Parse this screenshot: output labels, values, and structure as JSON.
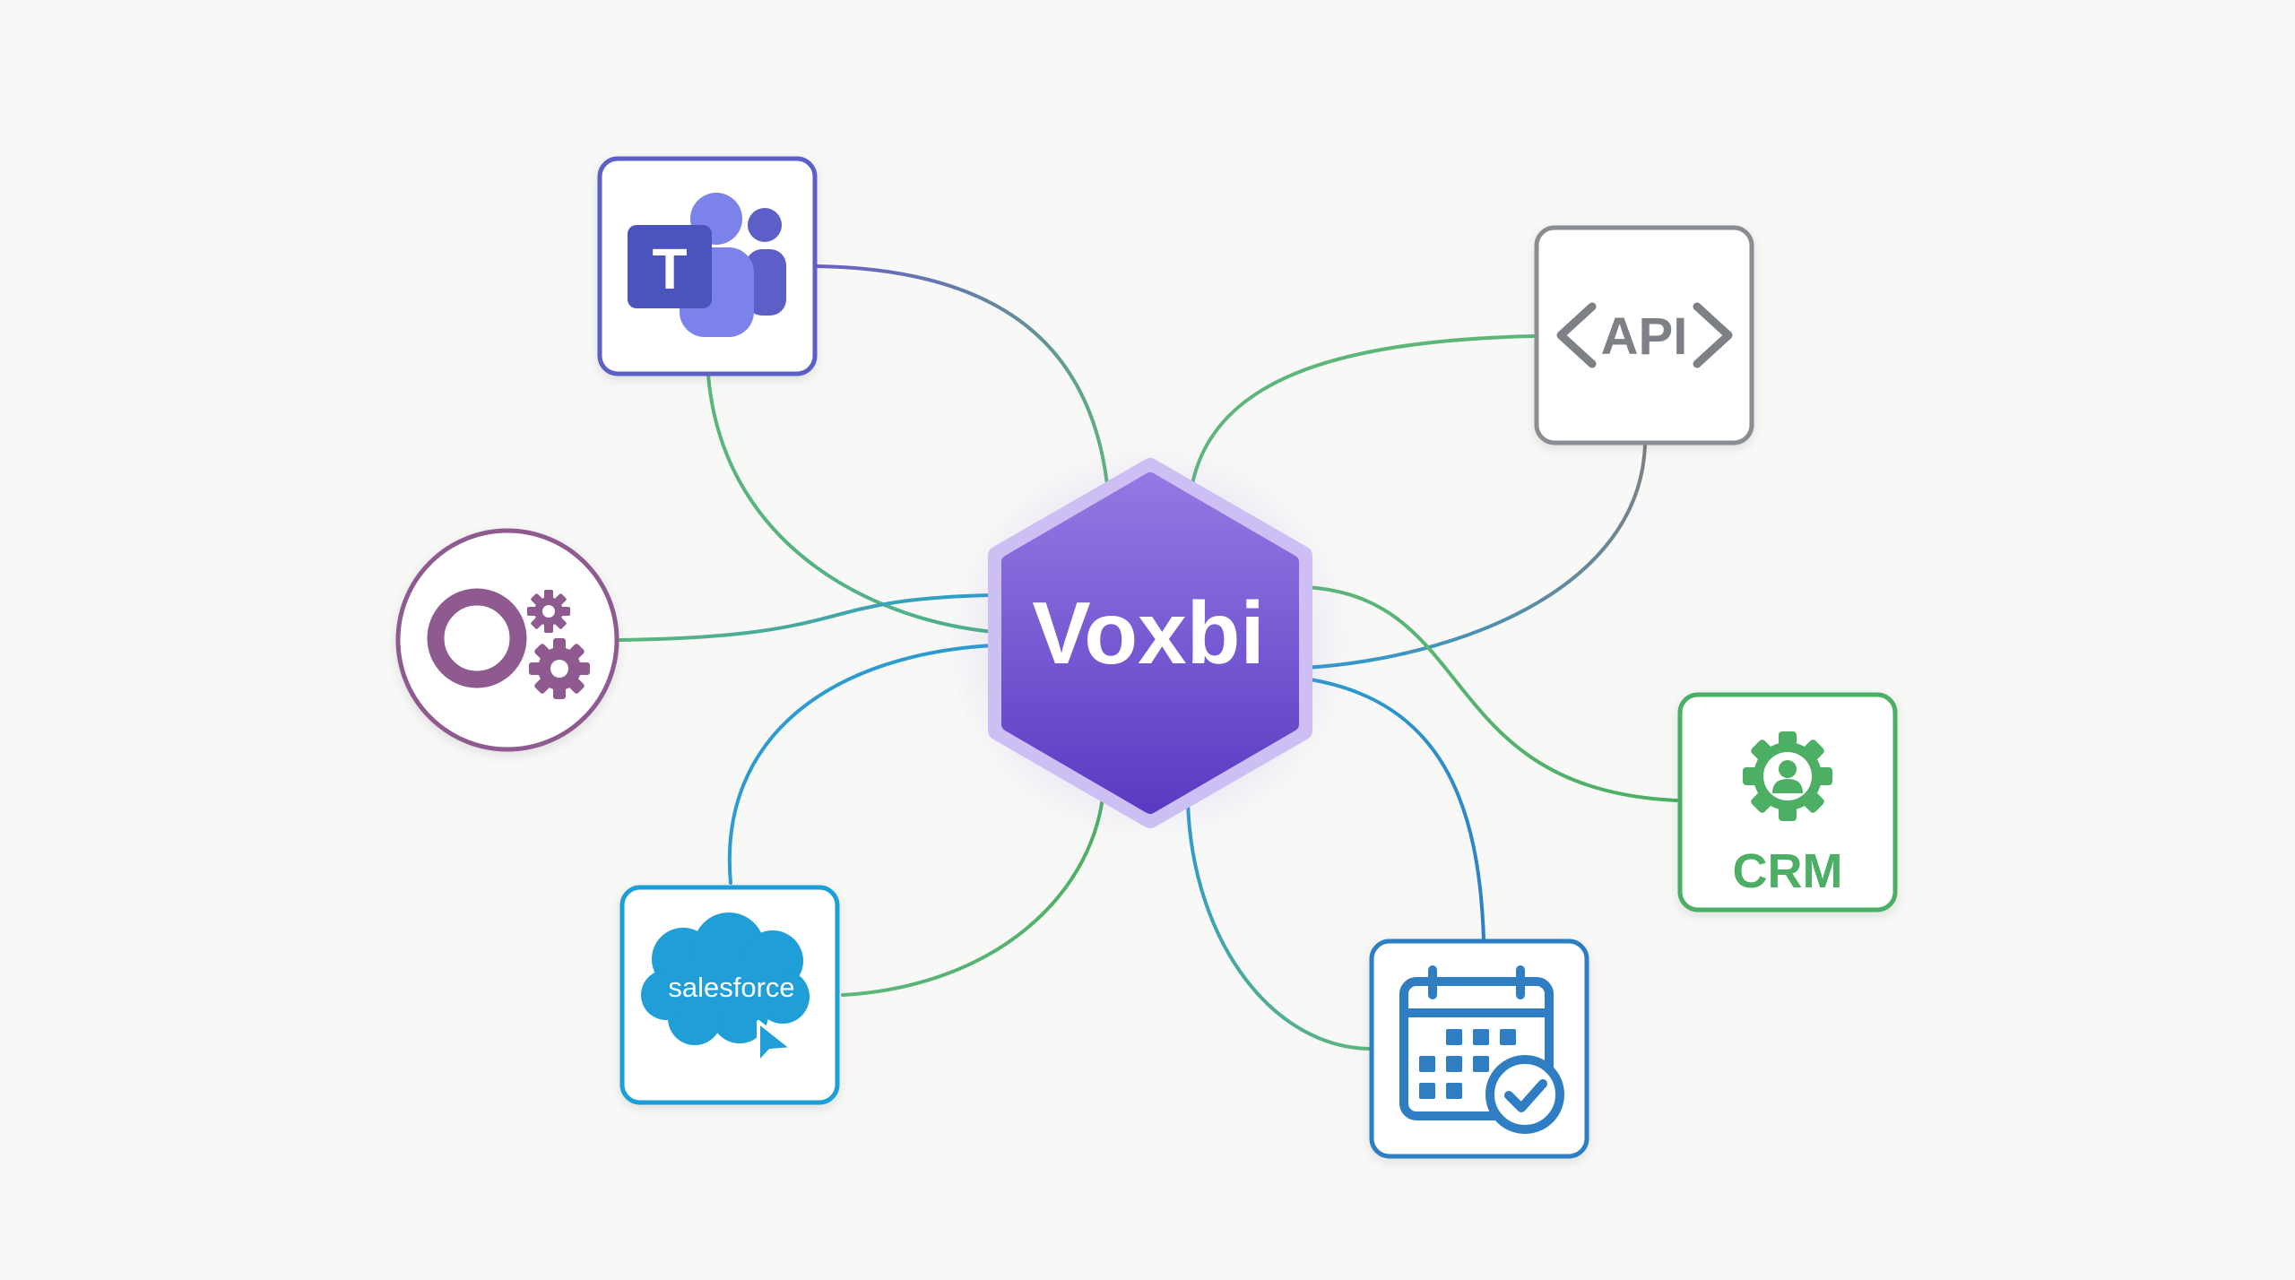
{
  "hub": {
    "label": "Voxbi",
    "color_top": "#8f74e0",
    "color_bottom": "#5d3fc4",
    "text_color": "#ffffff"
  },
  "nodes": {
    "teams": {
      "badge_letter": "T",
      "icon": "microsoft-teams-icon",
      "color": "#5b5fc7"
    },
    "api": {
      "label": "API",
      "icon": "api-brackets-icon",
      "color": "#7d8185"
    },
    "workflow": {
      "icon": "gears-workflow-icon",
      "color": "#8e5a8f"
    },
    "crm": {
      "label": "CRM",
      "icon": "crm-gear-user-icon",
      "color": "#4caf63"
    },
    "salesforce": {
      "label": "salesforce",
      "icon": "salesforce-cloud-icon",
      "color": "#1f9ed8"
    },
    "calendar": {
      "icon": "calendar-check-icon",
      "color": "#2f7ec4"
    }
  },
  "colors": {
    "background": "#f8f9f7",
    "connector_green": "#5cb67a",
    "connector_blue": "#2b9bd0",
    "connector_purple": "#6a5fc4",
    "connector_gray": "#7d8185"
  }
}
